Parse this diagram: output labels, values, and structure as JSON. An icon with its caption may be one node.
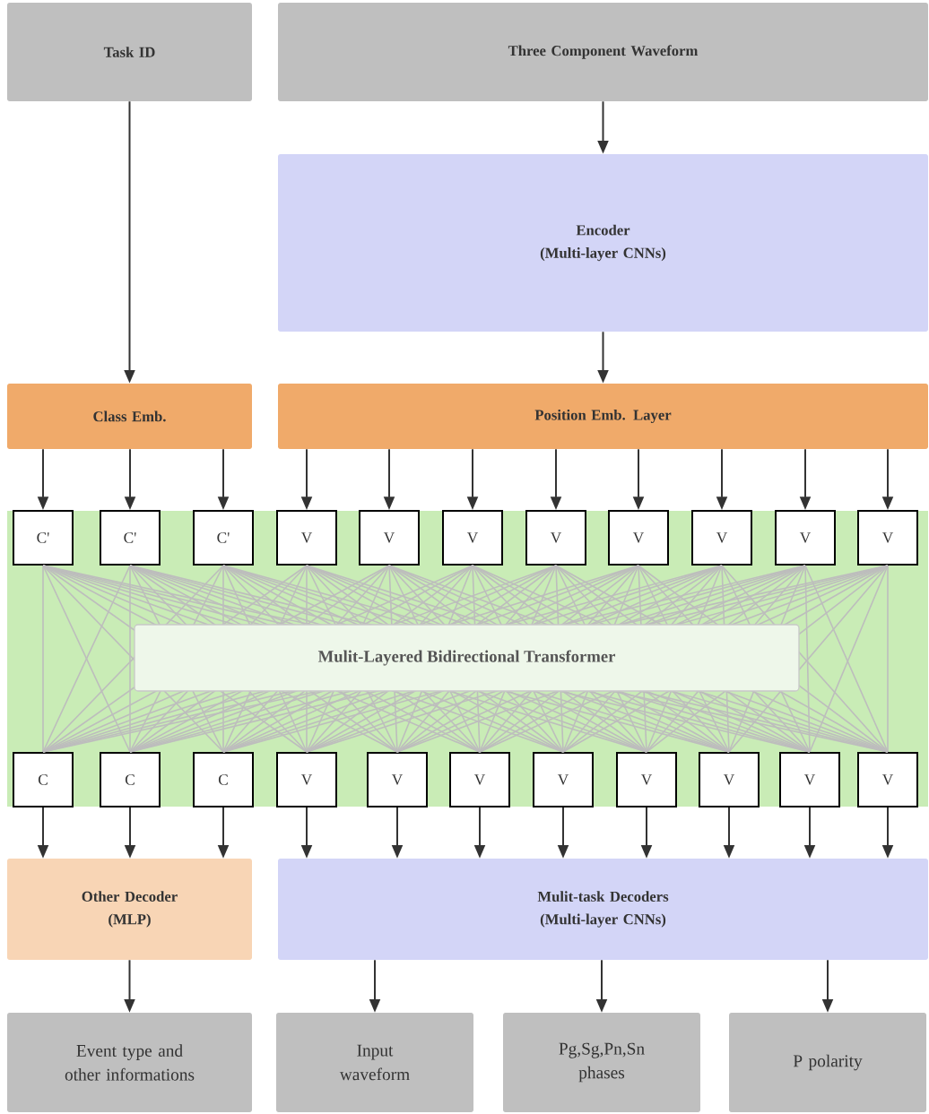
{
  "diagram": {
    "nodes": [
      {
        "text": [
          "Task ID"
        ]
      },
      {
        "text": [
          "Three Component Waveform"
        ]
      },
      {
        "text": [
          "Encoder",
          "(Multi-layer CNNs)"
        ]
      },
      {
        "text": [
          "Class Emb."
        ]
      },
      {
        "text": [
          "Position Emb. Layer"
        ]
      },
      {
        "text": [],
        "shape": "box"
      },
      {
        "text": [
          "C'"
        ],
        "in": 5
      },
      {
        "text": [
          "C'"
        ],
        "in": 5
      },
      {
        "text": [
          "C'"
        ],
        "in": 5
      },
      {
        "text": [
          "V"
        ],
        "in": 5
      },
      {
        "text": [
          "V"
        ],
        "in": 5
      },
      {
        "text": [
          "V"
        ],
        "in": 5
      },
      {
        "text": [
          "V"
        ],
        "in": 5
      },
      {
        "text": [
          "V"
        ],
        "in": 5
      },
      {
        "text": [
          "V"
        ],
        "in": 5
      },
      {
        "text": [
          "V"
        ],
        "in": 5
      },
      {
        "text": [
          "V"
        ],
        "in": 5
      },
      {
        "text": [
          "C"
        ],
        "in": 5
      },
      {
        "text": [
          "C"
        ],
        "in": 5
      },
      {
        "text": [
          "C"
        ],
        "in": 5
      },
      {
        "text": [
          "V"
        ],
        "in": 5
      },
      {
        "text": [
          "V"
        ],
        "in": 5
      },
      {
        "text": [
          "V"
        ],
        "in": 5
      },
      {
        "text": [
          "V"
        ],
        "in": 5
      },
      {
        "text": [
          "V"
        ],
        "in": 5
      },
      {
        "text": [
          "V"
        ],
        "in": 5
      },
      {
        "text": [
          "V"
        ],
        "in": 5
      },
      {
        "text": [
          "V"
        ],
        "in": 5
      },
      {
        "text": [
          "Other Decoder",
          "(MLP)"
        ]
      },
      {
        "text": [
          "Mulit-task Decoders",
          "(Multi-layer CNNs)"
        ]
      },
      {
        "text": [
          "Event type and other informations"
        ]
      },
      {
        "text": [
          "Input waveform"
        ]
      },
      {
        "text": [
          "Pg,Sg,Pn,Sn phases"
        ]
      },
      {
        "text": [
          "P polarity"
        ]
      }
    ],
    "edges": [
      {
        "from": 0,
        "to": 3,
        "arrow": "to",
        "color": "#333333"
      },
      {
        "from": 1,
        "to": 2,
        "arrow": "to",
        "color": "#333333"
      },
      {
        "from": 2,
        "to": 4,
        "arrow": "to",
        "color": "#333333"
      },
      {
        "from": 3,
        "to": 6,
        "arrow": "to",
        "color": "#333333"
      },
      {
        "from": 3,
        "to": 7,
        "arrow": "to",
        "color": "#333333"
      },
      {
        "from": 3,
        "to": 8,
        "arrow": "to",
        "color": "#333333"
      },
      {
        "from": 4,
        "to": 9,
        "arrow": "to",
        "color": "#333333"
      },
      {
        "from": 4,
        "to": 10,
        "arrow": "to",
        "color": "#333333"
      },
      {
        "from": 4,
        "to": 11,
        "arrow": "to",
        "color": "#333333"
      },
      {
        "from": 4,
        "to": 12,
        "arrow": "to",
        "color": "#333333"
      },
      {
        "from": 4,
        "to": 13,
        "arrow": "to",
        "color": "#333333"
      },
      {
        "from": 4,
        "to": 14,
        "arrow": "to",
        "color": "#333333"
      },
      {
        "from": 4,
        "to": 15,
        "arrow": "to",
        "color": "#333333"
      },
      {
        "from": 4,
        "to": 16,
        "arrow": "to",
        "color": "#333333"
      },
      {
        "from": 6,
        "to": 17,
        "arrow": "none"
      },
      {
        "from": 6,
        "to": 18,
        "arrow": "none"
      },
      {
        "from": 6,
        "to": 19,
        "arrow": "none"
      },
      {
        "from": 6,
        "to": 20,
        "arrow": "none"
      },
      {
        "from": 6,
        "to": 21,
        "arrow": "none"
      },
      {
        "from": 6,
        "to": 22,
        "arrow": "none"
      },
      {
        "from": 6,
        "to": 23,
        "arrow": "none"
      },
      {
        "from": 6,
        "to": 24,
        "arrow": "none"
      },
      {
        "from": 6,
        "to": 25,
        "arrow": "none"
      },
      {
        "from": 6,
        "to": 26,
        "arrow": "none"
      },
      {
        "from": 6,
        "to": 27,
        "arrow": "none"
      },
      {
        "from": 7,
        "to": 17,
        "arrow": "none"
      },
      {
        "from": 7,
        "to": 18,
        "arrow": "none"
      },
      {
        "from": 7,
        "to": 19,
        "arrow": "none"
      },
      {
        "from": 7,
        "to": 20,
        "arrow": "none"
      },
      {
        "from": 7,
        "to": 21,
        "arrow": "none"
      },
      {
        "from": 7,
        "to": 22,
        "arrow": "none"
      },
      {
        "from": 7,
        "to": 23,
        "arrow": "none"
      },
      {
        "from": 7,
        "to": 24,
        "arrow": "none"
      },
      {
        "from": 7,
        "to": 25,
        "arrow": "none"
      },
      {
        "from": 7,
        "to": 26,
        "arrow": "none"
      },
      {
        "from": 7,
        "to": 27,
        "arrow": "none"
      },
      {
        "from": 8,
        "to": 17,
        "arrow": "none"
      },
      {
        "from": 8,
        "to": 18,
        "arrow": "none"
      },
      {
        "from": 8,
        "to": 19,
        "arrow": "none"
      },
      {
        "from": 8,
        "to": 20,
        "arrow": "none"
      },
      {
        "from": 8,
        "to": 21,
        "arrow": "none"
      },
      {
        "from": 8,
        "to": 22,
        "arrow": "none"
      },
      {
        "from": 8,
        "to": 23,
        "arrow": "none"
      },
      {
        "from": 8,
        "to": 24,
        "arrow": "none"
      },
      {
        "from": 8,
        "to": 25,
        "arrow": "none"
      },
      {
        "from": 8,
        "to": 26,
        "arrow": "none"
      },
      {
        "from": 8,
        "to": 27,
        "arrow": "none"
      },
      {
        "from": 9,
        "to": 17,
        "arrow": "none"
      },
      {
        "from": 9,
        "to": 18,
        "arrow": "none"
      },
      {
        "from": 9,
        "to": 19,
        "arrow": "none"
      },
      {
        "from": 9,
        "to": 20,
        "arrow": "none"
      },
      {
        "from": 9,
        "to": 21,
        "arrow": "none"
      },
      {
        "from": 9,
        "to": 22,
        "arrow": "none"
      },
      {
        "from": 9,
        "to": 23,
        "arrow": "none"
      },
      {
        "from": 9,
        "to": 24,
        "arrow": "none"
      },
      {
        "from": 9,
        "to": 25,
        "arrow": "none"
      },
      {
        "from": 9,
        "to": 26,
        "arrow": "none"
      },
      {
        "from": 9,
        "to": 27,
        "arrow": "none"
      },
      {
        "from": 10,
        "to": 17,
        "arrow": "none"
      },
      {
        "from": 10,
        "to": 18,
        "arrow": "none"
      },
      {
        "from": 10,
        "to": 19,
        "arrow": "none"
      },
      {
        "from": 10,
        "to": 20,
        "arrow": "none"
      },
      {
        "from": 10,
        "to": 21,
        "arrow": "none"
      },
      {
        "from": 10,
        "to": 22,
        "arrow": "none"
      },
      {
        "from": 10,
        "to": 23,
        "arrow": "none"
      },
      {
        "from": 10,
        "to": 24,
        "arrow": "none"
      },
      {
        "from": 10,
        "to": 25,
        "arrow": "none"
      },
      {
        "from": 10,
        "to": 26,
        "arrow": "none"
      },
      {
        "from": 10,
        "to": 27,
        "arrow": "none"
      },
      {
        "from": 11,
        "to": 17,
        "arrow": "none"
      },
      {
        "from": 11,
        "to": 18,
        "arrow": "none"
      },
      {
        "from": 11,
        "to": 19,
        "arrow": "none"
      },
      {
        "from": 11,
        "to": 20,
        "arrow": "none"
      },
      {
        "from": 11,
        "to": 21,
        "arrow": "none"
      },
      {
        "from": 11,
        "to": 22,
        "arrow": "none"
      },
      {
        "from": 11,
        "to": 23,
        "arrow": "none"
      },
      {
        "from": 11,
        "to": 24,
        "arrow": "none"
      },
      {
        "from": 11,
        "to": 25,
        "arrow": "none"
      },
      {
        "from": 11,
        "to": 26,
        "arrow": "none"
      },
      {
        "from": 11,
        "to": 27,
        "arrow": "none"
      },
      {
        "from": 12,
        "to": 17,
        "arrow": "none"
      },
      {
        "from": 12,
        "to": 18,
        "arrow": "none"
      },
      {
        "from": 12,
        "to": 19,
        "arrow": "none"
      },
      {
        "from": 12,
        "to": 20,
        "arrow": "none"
      },
      {
        "from": 12,
        "to": 21,
        "arrow": "none"
      },
      {
        "from": 12,
        "to": 22,
        "arrow": "none"
      },
      {
        "from": 12,
        "to": 23,
        "arrow": "none"
      },
      {
        "from": 12,
        "to": 24,
        "arrow": "none"
      },
      {
        "from": 12,
        "to": 25,
        "arrow": "none"
      },
      {
        "from": 12,
        "to": 26,
        "arrow": "none"
      },
      {
        "from": 12,
        "to": 27,
        "arrow": "none"
      },
      {
        "from": 13,
        "to": 17,
        "arrow": "none"
      },
      {
        "from": 13,
        "to": 18,
        "arrow": "none"
      },
      {
        "from": 13,
        "to": 19,
        "arrow": "none"
      },
      {
        "from": 13,
        "to": 20,
        "arrow": "none"
      },
      {
        "from": 13,
        "to": 21,
        "arrow": "none"
      },
      {
        "from": 13,
        "to": 22,
        "arrow": "none"
      },
      {
        "from": 13,
        "to": 23,
        "arrow": "none"
      },
      {
        "from": 13,
        "to": 24,
        "arrow": "none"
      },
      {
        "from": 13,
        "to": 25,
        "arrow": "none"
      },
      {
        "from": 13,
        "to": 26,
        "arrow": "none"
      },
      {
        "from": 13,
        "to": 27,
        "arrow": "none"
      },
      {
        "from": 14,
        "to": 17,
        "arrow": "none"
      },
      {
        "from": 14,
        "to": 18,
        "arrow": "none"
      },
      {
        "from": 14,
        "to": 19,
        "arrow": "none"
      },
      {
        "from": 14,
        "to": 20,
        "arrow": "none"
      },
      {
        "from": 14,
        "to": 21,
        "arrow": "none"
      },
      {
        "from": 14,
        "to": 22,
        "arrow": "none"
      },
      {
        "from": 14,
        "to": 23,
        "arrow": "none"
      },
      {
        "from": 14,
        "to": 24,
        "arrow": "none"
      },
      {
        "from": 14,
        "to": 25,
        "arrow": "none"
      },
      {
        "from": 14,
        "to": 26,
        "arrow": "none"
      },
      {
        "from": 14,
        "to": 27,
        "arrow": "none"
      },
      {
        "from": 15,
        "to": 17,
        "arrow": "none"
      },
      {
        "from": 15,
        "to": 18,
        "arrow": "none"
      },
      {
        "from": 15,
        "to": 19,
        "arrow": "none"
      },
      {
        "from": 15,
        "to": 20,
        "arrow": "none"
      },
      {
        "from": 15,
        "to": 21,
        "arrow": "none"
      },
      {
        "from": 15,
        "to": 22,
        "arrow": "none"
      },
      {
        "from": 15,
        "to": 23,
        "arrow": "none"
      },
      {
        "from": 15,
        "to": 24,
        "arrow": "none"
      },
      {
        "from": 15,
        "to": 25,
        "arrow": "none"
      },
      {
        "from": 15,
        "to": 26,
        "arrow": "none"
      },
      {
        "from": 15,
        "to": 27,
        "arrow": "none"
      },
      {
        "from": 16,
        "to": 17,
        "arrow": "none"
      },
      {
        "from": 16,
        "to": 18,
        "arrow": "none"
      },
      {
        "from": 16,
        "to": 19,
        "arrow": "none"
      },
      {
        "from": 16,
        "to": 20,
        "arrow": "none"
      },
      {
        "from": 16,
        "to": 21,
        "arrow": "none"
      },
      {
        "from": 16,
        "to": 22,
        "arrow": "none"
      },
      {
        "from": 16,
        "to": 23,
        "arrow": "none"
      },
      {
        "from": 16,
        "to": 24,
        "arrow": "none"
      },
      {
        "from": 16,
        "to": 25,
        "arrow": "none"
      },
      {
        "from": 16,
        "to": 26,
        "arrow": "none"
      },
      {
        "from": 16,
        "to": 27,
        "arrow": "none"
      },
      {
        "from": 17,
        "to": 28,
        "arrow": "to",
        "color": "#333333"
      },
      {
        "from": 18,
        "to": 28,
        "arrow": "to",
        "color": "#333333"
      },
      {
        "from": 19,
        "to": 28,
        "arrow": "to",
        "color": "#333333"
      },
      {
        "from": 20,
        "to": 29,
        "arrow": "to",
        "color": "#333333"
      },
      {
        "from": 21,
        "to": 29,
        "arrow": "to",
        "color": "#333333"
      },
      {
        "from": 22,
        "to": 29,
        "arrow": "to",
        "color": "#333333"
      },
      {
        "from": 23,
        "to": 29,
        "arrow": "to",
        "color": "#333333"
      },
      {
        "from": 24,
        "to": 29,
        "arrow": "to",
        "color": "#333333"
      },
      {
        "from": 25,
        "to": 29,
        "arrow": "to",
        "color": "#333333"
      },
      {
        "from": 26,
        "to": 29,
        "arrow": "to",
        "color": "#333333"
      },
      {
        "from": 27,
        "to": 29,
        "arrow": "to",
        "color": "#333333"
      },
      {
        "from": 28,
        "to": 30,
        "arrow": "to",
        "color": "#333333"
      },
      {
        "from": 29,
        "to": 31,
        "arrow": "to",
        "color": "#333333"
      },
      {
        "from": 29,
        "to": 32,
        "arrow": "to",
        "color": "#333333"
      },
      {
        "from": 29,
        "to": 33,
        "arrow": "to",
        "color": "#333333"
      }
    ],
    "labels": [
      "Mulit-Layered Bidirectional Transformer"
    ]
  }
}
